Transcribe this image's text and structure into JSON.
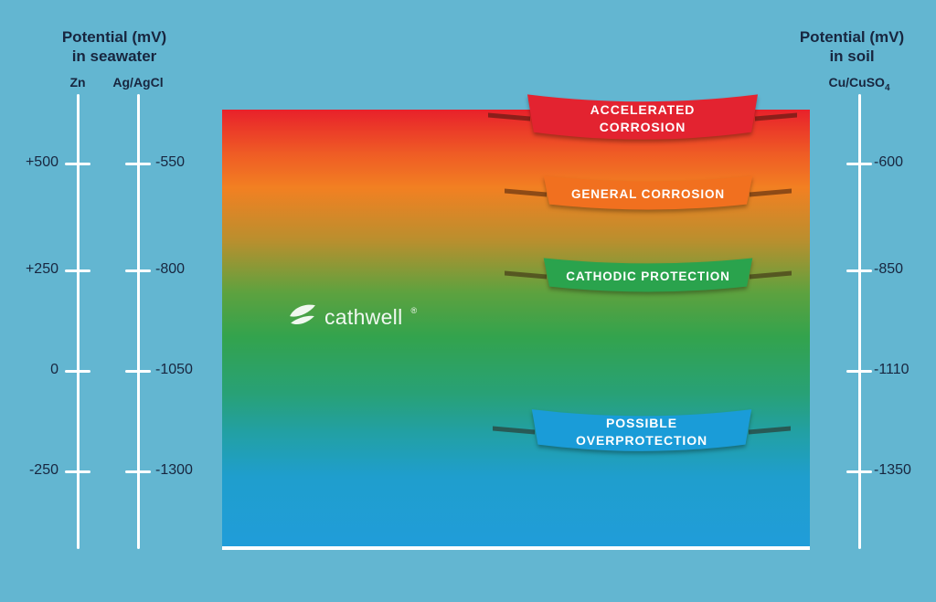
{
  "background_color": "#63b6d1",
  "text_color": "#18263f",
  "left_scale_header": {
    "title": "Potential (mV)",
    "subtitle": "in seawater"
  },
  "right_scale_header": {
    "title": "Potential (mV)",
    "subtitle": "in soil"
  },
  "scales": {
    "zn": {
      "label": "Zn",
      "ticks": [
        "+500",
        "+250",
        "0",
        "-250"
      ]
    },
    "ag_agcl": {
      "label": "Ag/AgCl",
      "ticks": [
        "-550",
        "-800",
        "-1050",
        "-1300"
      ]
    },
    "cu_cuso4": {
      "label": "Cu/CuSO",
      "label_subscript": "4",
      "ticks": [
        "-600",
        "-850",
        "-1110",
        "-1350"
      ]
    }
  },
  "zones": [
    {
      "label": "ACCELERATED\nCORROSION",
      "color": "#e32330"
    },
    {
      "label": "GENERAL CORROSION",
      "color": "#f1701f"
    },
    {
      "label": "CATHODIC PROTECTION",
      "color": "#2aa34d"
    },
    {
      "label": "POSSIBLE\nOVERPROTECTION",
      "color": "#1a9cd8"
    }
  ],
  "gradient_stops": [
    "#e8212b",
    "#ef5b25",
    "#f28022",
    "#b98f2e",
    "#5da23f",
    "#33a34d",
    "#28a176",
    "#22a0a4",
    "#1f9ecd",
    "#209dd9"
  ],
  "logo": {
    "text": "cathwell",
    "registered_mark": "®"
  }
}
